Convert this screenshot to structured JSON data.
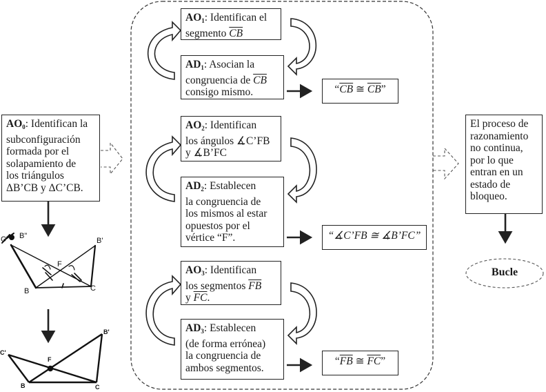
{
  "left": {
    "ao0": {
      "label": "AO",
      "sub": "0",
      "text_lines": [
        ": Identifican la",
        "subconfiguración",
        "formada por el",
        "solapamiento de",
        "los triángulos",
        "ΔB’CB y ΔC’CB."
      ]
    },
    "figure1": {
      "type": "hand-drawn sketch",
      "labels": [
        "C'",
        "B\"",
        "B'",
        "F",
        "B",
        "C"
      ]
    },
    "figure2": {
      "type": "clean drawing",
      "labels": [
        "C'",
        "B'",
        "F",
        "B",
        "C"
      ]
    }
  },
  "middle": {
    "steps": [
      {
        "ao": {
          "label": "AO",
          "sub": "1",
          "text_a": ": Identifican el",
          "text_b": "segmento ",
          "seg": "CB"
        },
        "ad": {
          "label": "AD",
          "sub": "1",
          "text_a": ": Asocian la",
          "text_b": "congruencia de ",
          "seg": "CB",
          "text_c": "consigo mismo."
        },
        "result": {
          "open": "“",
          "lhs": "CB",
          "op": " ≅ ",
          "rhs": "CB",
          "close": "”"
        }
      },
      {
        "ao": {
          "label": "AO",
          "sub": "2",
          "text_a": ": Identifican",
          "text_b": "los ángulos ∡C’FB",
          "text_c": "y ∡B’FC"
        },
        "ad": {
          "label": "AD",
          "sub": "2",
          "text_a": ": Establecen",
          "lines": [
            "la congruencia de",
            "los mismos al estar",
            "opuestos por el",
            "vértice “F”."
          ]
        },
        "result": {
          "text": "“∡C’FB ≅ ∡B’FC”"
        }
      },
      {
        "ao": {
          "label": "AO",
          "sub": "3",
          "text_a": ": Identifican",
          "text_b": "los segmentos ",
          "seg1": "FB",
          "text_c": "y ",
          "seg2": "FC",
          "text_d": "."
        },
        "ad": {
          "label": "AD",
          "sub": "3",
          "text_a": ": Establecen",
          "lines": [
            "(de forma errónea)",
            "la congruencia de",
            "ambos segmentos."
          ]
        },
        "result": {
          "open": "“",
          "lhs": "FB",
          "op": " ≅ ",
          "rhs": "FC",
          "close": "”"
        }
      }
    ]
  },
  "right": {
    "conclusion_lines": [
      "El proceso de",
      "razonamiento",
      "no continua,",
      "por lo que",
      "entran en un",
      "estado de",
      "bloqueo."
    ],
    "terminal": "Bucle"
  }
}
